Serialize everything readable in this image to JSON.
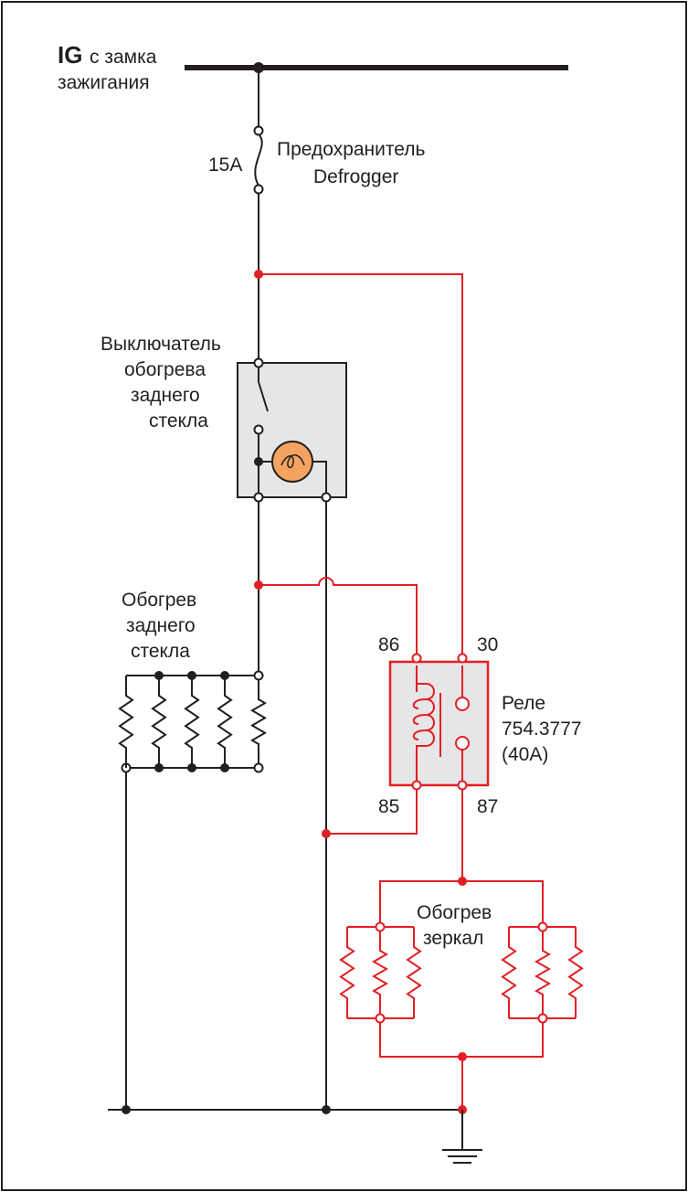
{
  "ig": {
    "prefix": "IG",
    "line1": "с замка",
    "line2": "зажигания"
  },
  "fuse": {
    "rating": "15A",
    "name_line1": "Предохранитель",
    "name_line2": "Defrogger"
  },
  "switch": {
    "line1": "Выключатель",
    "line2": "обогрева",
    "line3": "заднего",
    "line4": "стекла"
  },
  "rear_heater": {
    "line1": "Обогрев",
    "line2": "заднего",
    "line3": "стекла"
  },
  "relay": {
    "pin_86": "86",
    "pin_30": "30",
    "pin_85": "85",
    "pin_87": "87",
    "line1": "Реле",
    "line2": "754.3777",
    "line3": "(40A)"
  },
  "mirror_heater": {
    "line1": "Обогрев",
    "line2": "зеркал"
  },
  "colors": {
    "wire_original": "#231f20",
    "wire_added": "#e31e24",
    "box_fill": "#e6e6e6",
    "lamp_fill": "#f4a460"
  }
}
